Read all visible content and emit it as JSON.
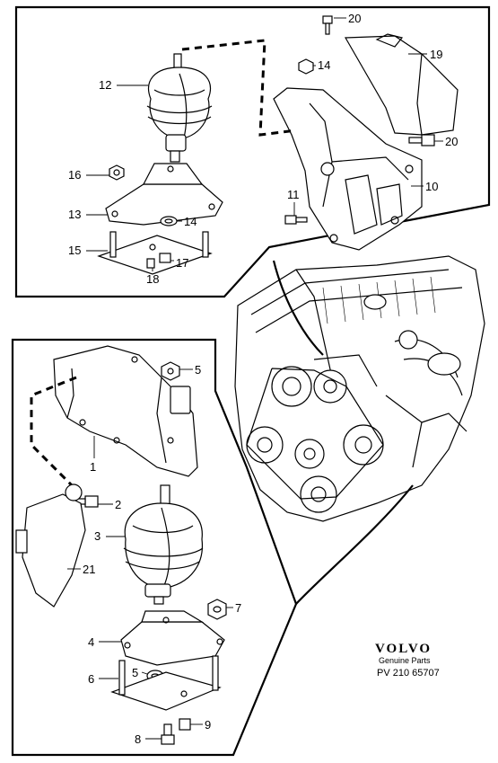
{
  "callouts": {
    "c20a": "20",
    "c19": "19",
    "c14a": "14",
    "c12": "12",
    "c20b": "20",
    "c10": "10",
    "c16": "16",
    "c11": "11",
    "c13": "13",
    "c14b": "14",
    "c15": "15",
    "c17": "17",
    "c18": "18",
    "c5a": "5",
    "c1": "1",
    "c2": "2",
    "c3": "3",
    "c21": "21",
    "c7": "7",
    "c4": "4",
    "c6": "6",
    "c5b": "5",
    "c8": "8",
    "c9": "9"
  },
  "branding": {
    "brand": "VOLVO",
    "tagline": "Genuine Parts",
    "reference": "PV 210 65707"
  }
}
